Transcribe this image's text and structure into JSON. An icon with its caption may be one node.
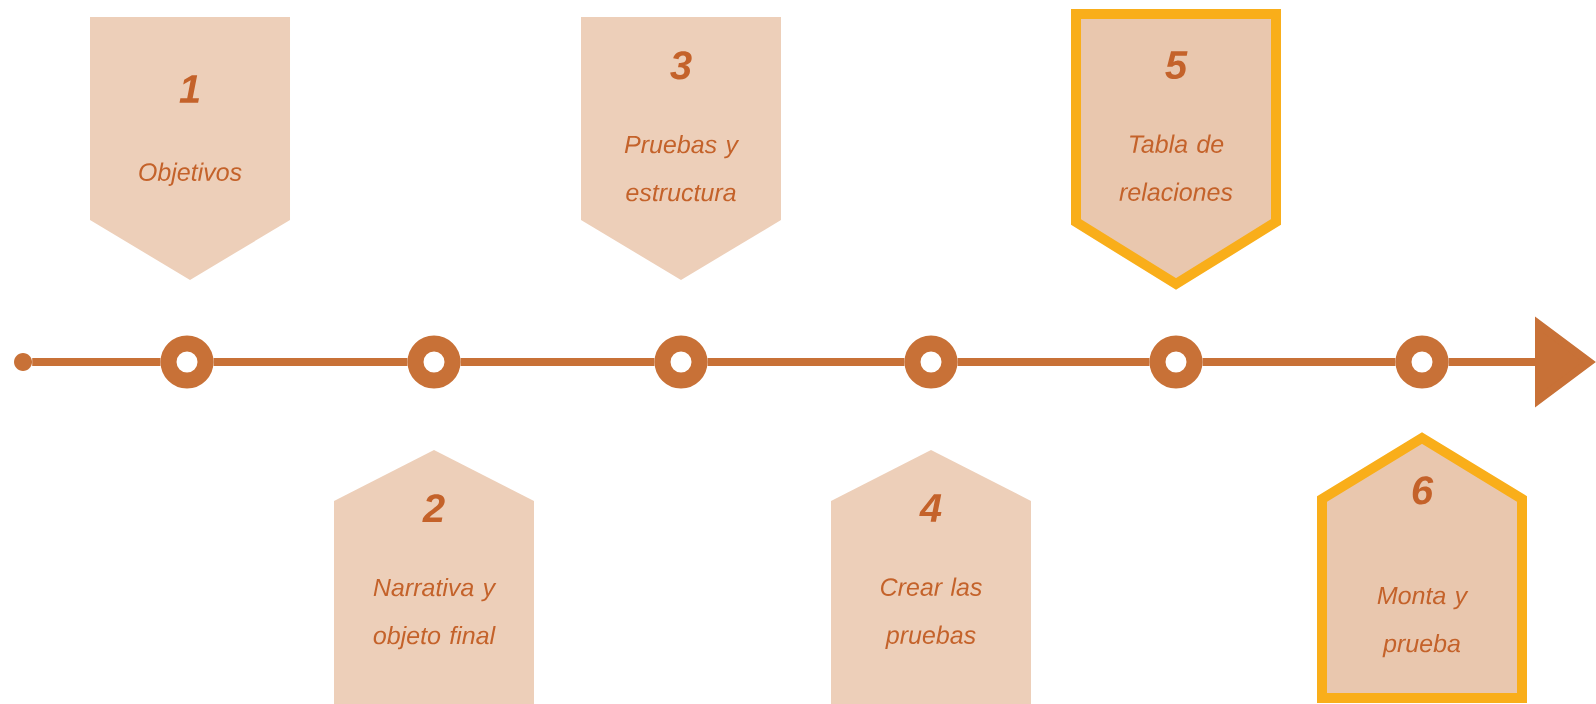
{
  "diagram": {
    "nodes": [
      {
        "text": [
          "1",
          "Objetivos"
        ]
      },
      {
        "text": [
          "2",
          "Narrativa y objeto final"
        ]
      },
      {
        "text": [
          "3",
          "Pruebas y estructura"
        ]
      },
      {
        "text": [
          "4",
          "Crear las pruebas"
        ]
      },
      {
        "text": [
          "5",
          "Tabla de relaciones"
        ]
      },
      {
        "text": [
          "6",
          "Monta y prueba"
        ]
      },
      {
        "text": [],
        "shape": "circle"
      },
      {
        "text": [],
        "shape": "circle"
      },
      {
        "text": [],
        "shape": "circle"
      },
      {
        "text": [],
        "shape": "circle"
      },
      {
        "text": [],
        "shape": "circle"
      },
      {
        "text": [],
        "shape": "circle"
      },
      {
        "text": [],
        "shape": "circle"
      }
    ],
    "edges": [
      {
        "from": 6,
        "to": 7,
        "arrow": "none"
      },
      {
        "from": 7,
        "to": 8,
        "arrow": "none"
      },
      {
        "from": 8,
        "to": 9,
        "arrow": "none"
      },
      {
        "from": 9,
        "to": 10,
        "arrow": "none"
      },
      {
        "from": 10,
        "to": 11,
        "arrow": "none"
      },
      {
        "from": 11,
        "to": 12,
        "arrow": "none"
      },
      {
        "from": 12,
        "to": null,
        "arrow": "to"
      }
    ]
  }
}
